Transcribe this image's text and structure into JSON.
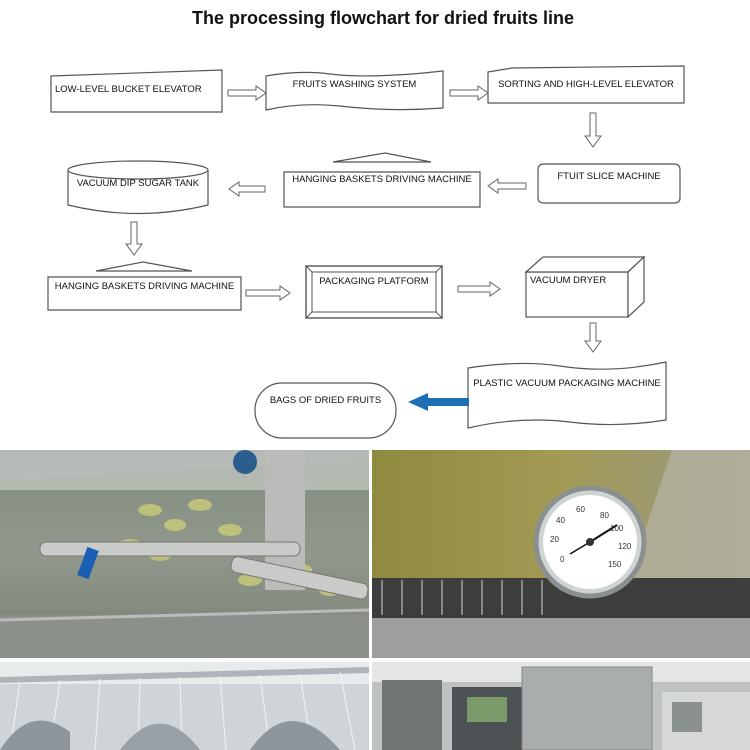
{
  "title": "The processing flowchart for dried fruits line",
  "nodes": {
    "low_level": "LOW-LEVEL BUCKET ELEVATOR",
    "washing": "FRUITS WASHING SYSTEM",
    "sorting": "SORTING AND HIGH-LEVEL ELEVATOR",
    "slice": "FTUIT SLICE MACHINE",
    "hanging1": "HANGING BASKETS DRIVING MACHINE",
    "vacuum_dip": "VACUUM DIP SUGAR TANK",
    "hanging2": "HANGING BASKETS DRIVING MACHINE",
    "packaging_platform": "PACKAGING PLATFORM",
    "vacuum_dryer": "VACUUM DRYER",
    "plastic_packaging": "PLASTIC VACUUM PACKAGING MACHINE",
    "bags": "BAGS OF DRIED FRUITS"
  },
  "gauge": {
    "ticks": [
      "60",
      "80",
      "100",
      "40",
      "20",
      "120",
      "0",
      "150"
    ]
  },
  "colors": {
    "accent_arrow": "#1f6fb4",
    "outline": "#555555"
  }
}
